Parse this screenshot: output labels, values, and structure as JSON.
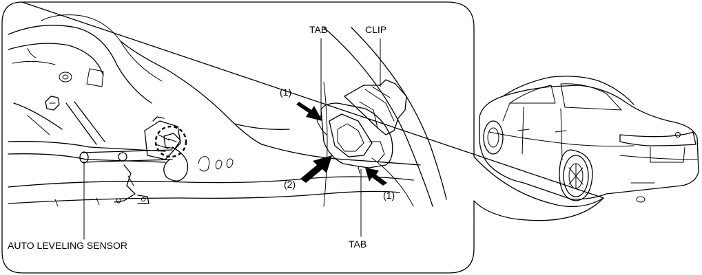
{
  "labels": {
    "tab_top": "TAB",
    "clip": "CLIP",
    "step1_top": "(1)",
    "step2": "(2)",
    "step1_bottom": "(1)",
    "tab_bottom": "TAB",
    "sensor": "AUTO LEVELING SENSOR"
  },
  "colors": {
    "line": "#000000",
    "background": "#ffffff",
    "arrow": "#000000"
  },
  "icons": {
    "press_arrow": "arrow-icon",
    "detail_circle": "dashed-circle-icon"
  }
}
